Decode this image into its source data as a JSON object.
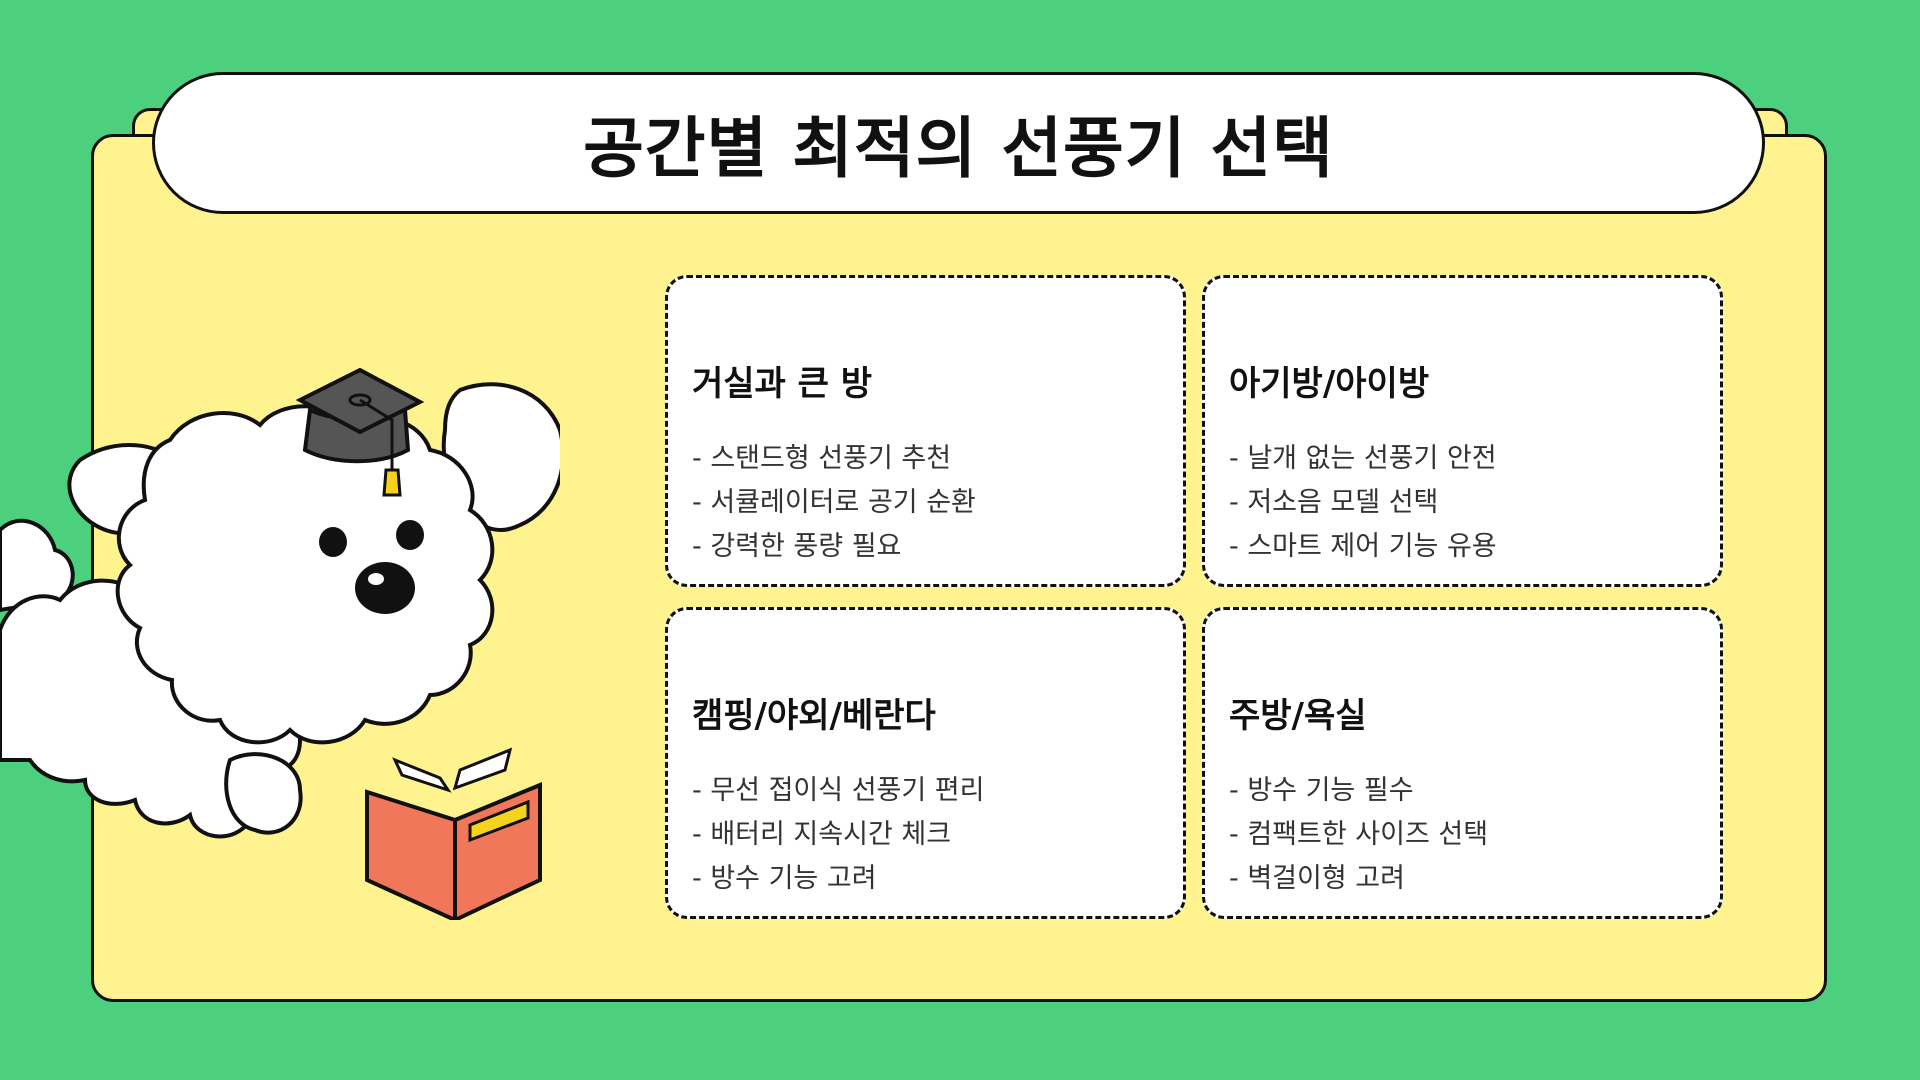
{
  "title": "공간별 최적의 선풍기 선택",
  "cards": [
    {
      "heading": "거실과 큰 방",
      "items": [
        "- 스탠드형 선풍기 추천",
        "- 서큘레이터로 공기 순환",
        "- 강력한 풍량 필요"
      ]
    },
    {
      "heading": "아기방/아이방",
      "items": [
        "- 날개 없는 선풍기 안전",
        "- 저소음 모델 선택",
        "- 스마트 제어 기능 유용"
      ]
    },
    {
      "heading": "캠핑/야외/베란다",
      "items": [
        "- 무선 접이식 선풍기 편리",
        "- 배터리 지속시간 체크",
        "- 방수 기능 고려"
      ]
    },
    {
      "heading": "주방/욕실",
      "items": [
        "- 방수 기능 필수",
        "- 컴팩트한 사이즈 선택",
        "- 벽걸이형 고려"
      ]
    }
  ],
  "icons": [
    "dog-mascot-icon",
    "graduation-cap-icon",
    "open-book-icon"
  ],
  "colors": {
    "background": "#4cd07d",
    "board": "#fff38f",
    "card": "#ffffff",
    "outline": "#111111",
    "book": "#f0775a",
    "book_label": "#f5d21c",
    "cap": "#555555"
  }
}
